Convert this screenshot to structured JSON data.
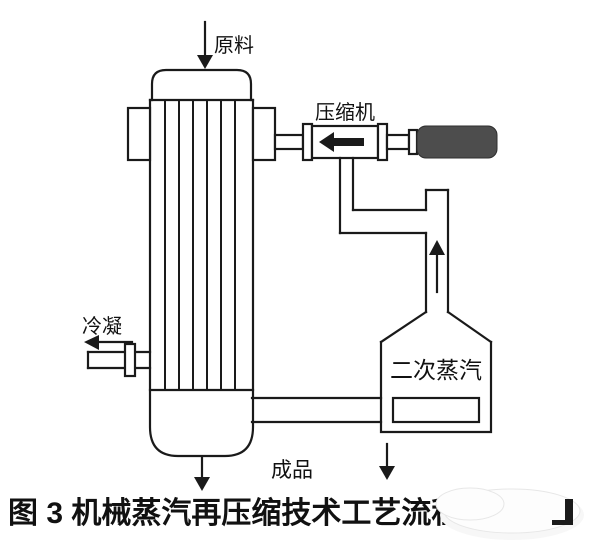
{
  "diagram": {
    "type": "process-flow-diagram",
    "caption": "图 3 机械蒸汽再压缩技术工艺流程图",
    "labels": {
      "feed": "原料",
      "compressor": "压缩机",
      "condensate": "冷凝",
      "secondary_steam": "二次蒸汽",
      "product": "成品"
    },
    "icons": {
      "feed_arrow": "arrow-down",
      "compressor_flow_arrow": "arrow-left",
      "riser_arrow": "arrow-up",
      "condensate_arrow": "arrow-left",
      "product_arrow": "arrow-down",
      "separator_outlet_arrow": "arrow-down"
    },
    "colors": {
      "line": "#1a1a1a",
      "text": "#111111",
      "motor_fill": "#4d4d4d",
      "background": "#ffffff",
      "watermark": "#fdfdfd"
    }
  }
}
